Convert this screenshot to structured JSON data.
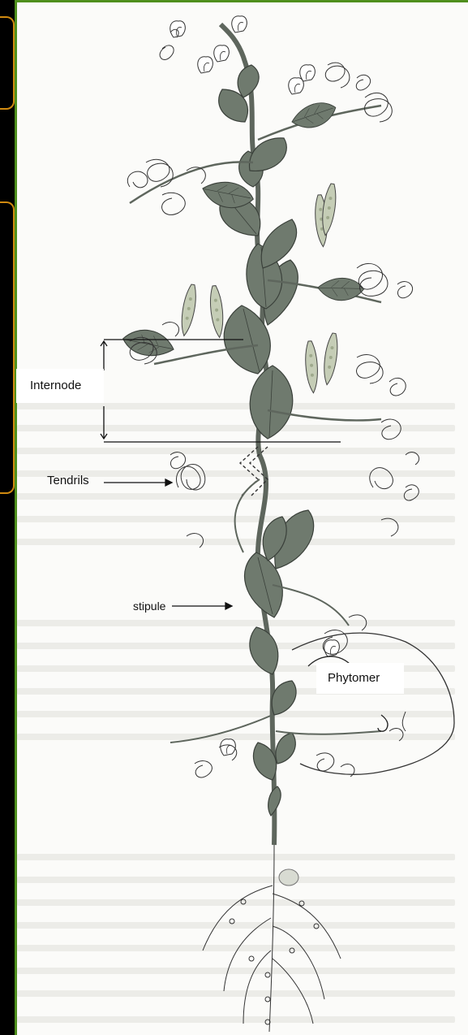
{
  "labels": {
    "internode": "Internode",
    "tendrils": "Tendrils",
    "stipule": "stipule",
    "phytomer": "Phytomer"
  },
  "colors": {
    "leaf": "#6f7a6e",
    "leaf_dark": "#4f584f",
    "stem": "#5e665d",
    "pod": "#c5cdb6",
    "frame_green": "#4f8f1d",
    "bracket_orange": "#d08a10"
  }
}
